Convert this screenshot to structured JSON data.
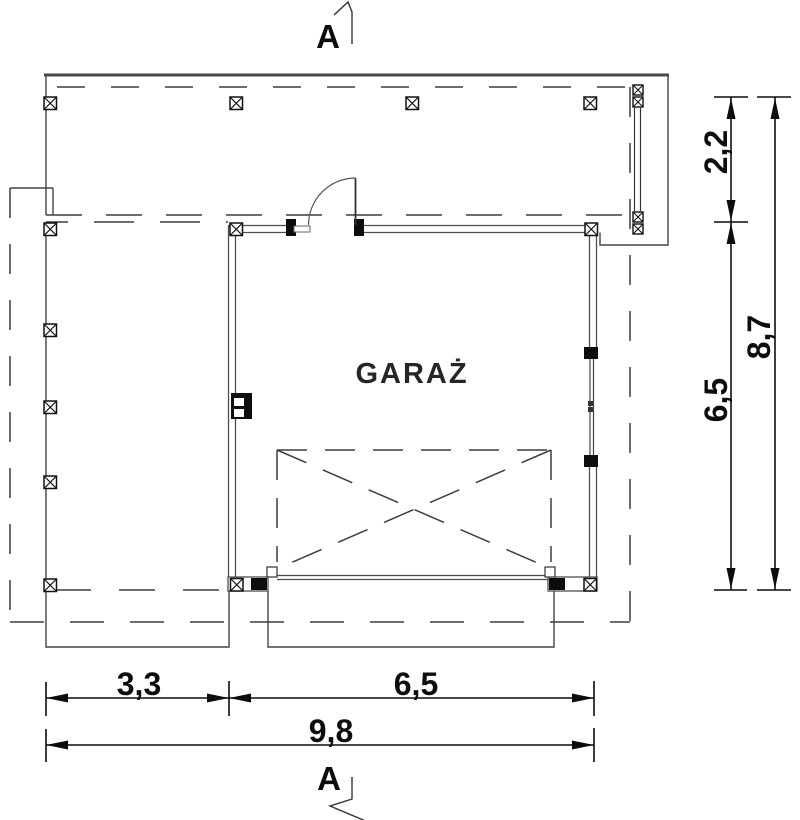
{
  "plan": {
    "room_label": "GARAŻ",
    "section_label": "A",
    "dimensions": {
      "right_top": "2,2",
      "right_middle": "6,5",
      "right_total": "8,7",
      "bottom_left": "3,3",
      "bottom_right": "6,5",
      "bottom_total": "9,8"
    },
    "colors": {
      "line": "#3d3d3d",
      "ink": "#0d0d0d",
      "background": "#ffffff"
    }
  }
}
